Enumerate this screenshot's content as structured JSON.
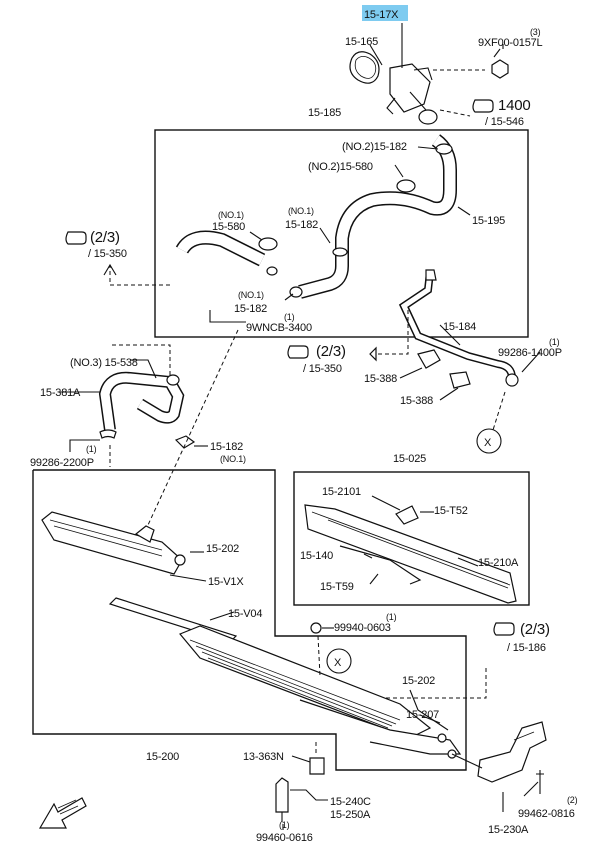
{
  "labels": {
    "l_1517x": "15-17X",
    "l_15165": "15-165",
    "l_9xf00": "9XF00-0157L",
    "l_9xf00_qty": "(3)",
    "l_1400": "1400",
    "l_15546": "/ 15-546",
    "l_15185": "15-185",
    "l_no2_15182": "(NO.2)15-182",
    "l_no2_15580": "(NO.2)15-580",
    "l_15195": "15-195",
    "l_no1_a": "(NO.1)",
    "l_15580": "15-580",
    "l_no1_b": "(NO.1)",
    "l_15182_a": "15-182",
    "l_no1_c": "(NO.1)",
    "l_15182_b": "15-182",
    "l_9wncb_qty": "(1)",
    "l_9wncb": "9WNCB-3400",
    "l_23_top": "(2/3)",
    "l_15350_top": "/ 15-350",
    "l_no3_15538": "(NO.3) 15-538",
    "l_15381a": "15-381A",
    "l_99286_2200_qty": "(1)",
    "l_99286_2200": "99286-2200P",
    "l_15182_c": "15-182",
    "l_no1_d": "(NO.1)",
    "l_15184": "15-184",
    "l_99286_1400_qty": "(1)",
    "l_99286_1400": "99286-1400P",
    "l_23_mid": "(2/3)",
    "l_15350_mid": "/ 15-350",
    "l_15388_a": "15-388",
    "l_15388_b": "15-388",
    "l_x_top": "X",
    "l_15025": "15-025",
    "l_152101": "15-2101",
    "l_15t52": "15-T52",
    "l_15140": "15-140",
    "l_15210a": "15-210A",
    "l_15t59": "15-T59",
    "l_15202_a": "15-202",
    "l_15v1x": "15-V1X",
    "l_15v04": "15-V04",
    "l_99940_qty": "(1)",
    "l_99940": "99940-0603",
    "l_23_low": "(2/3)",
    "l_15186": "/ 15-186",
    "l_x_low": "X",
    "l_15202_b": "15-202",
    "l_15207": "15-207",
    "l_15200": "15-200",
    "l_13363n": "13-363N",
    "l_15240c": "15-240C",
    "l_15250a": "15-250A",
    "l_99460_qty": "(1)",
    "l_99460": "99460-0616",
    "l_99462_qty": "(2)",
    "l_99462": "99462-0816",
    "l_15230a": "15-230A"
  },
  "colors": {
    "highlight": "#7ecbf0",
    "ink": "#111111",
    "background": "#ffffff"
  },
  "icons": [
    "hand-pointer-icon",
    "front-arrow-icon"
  ]
}
